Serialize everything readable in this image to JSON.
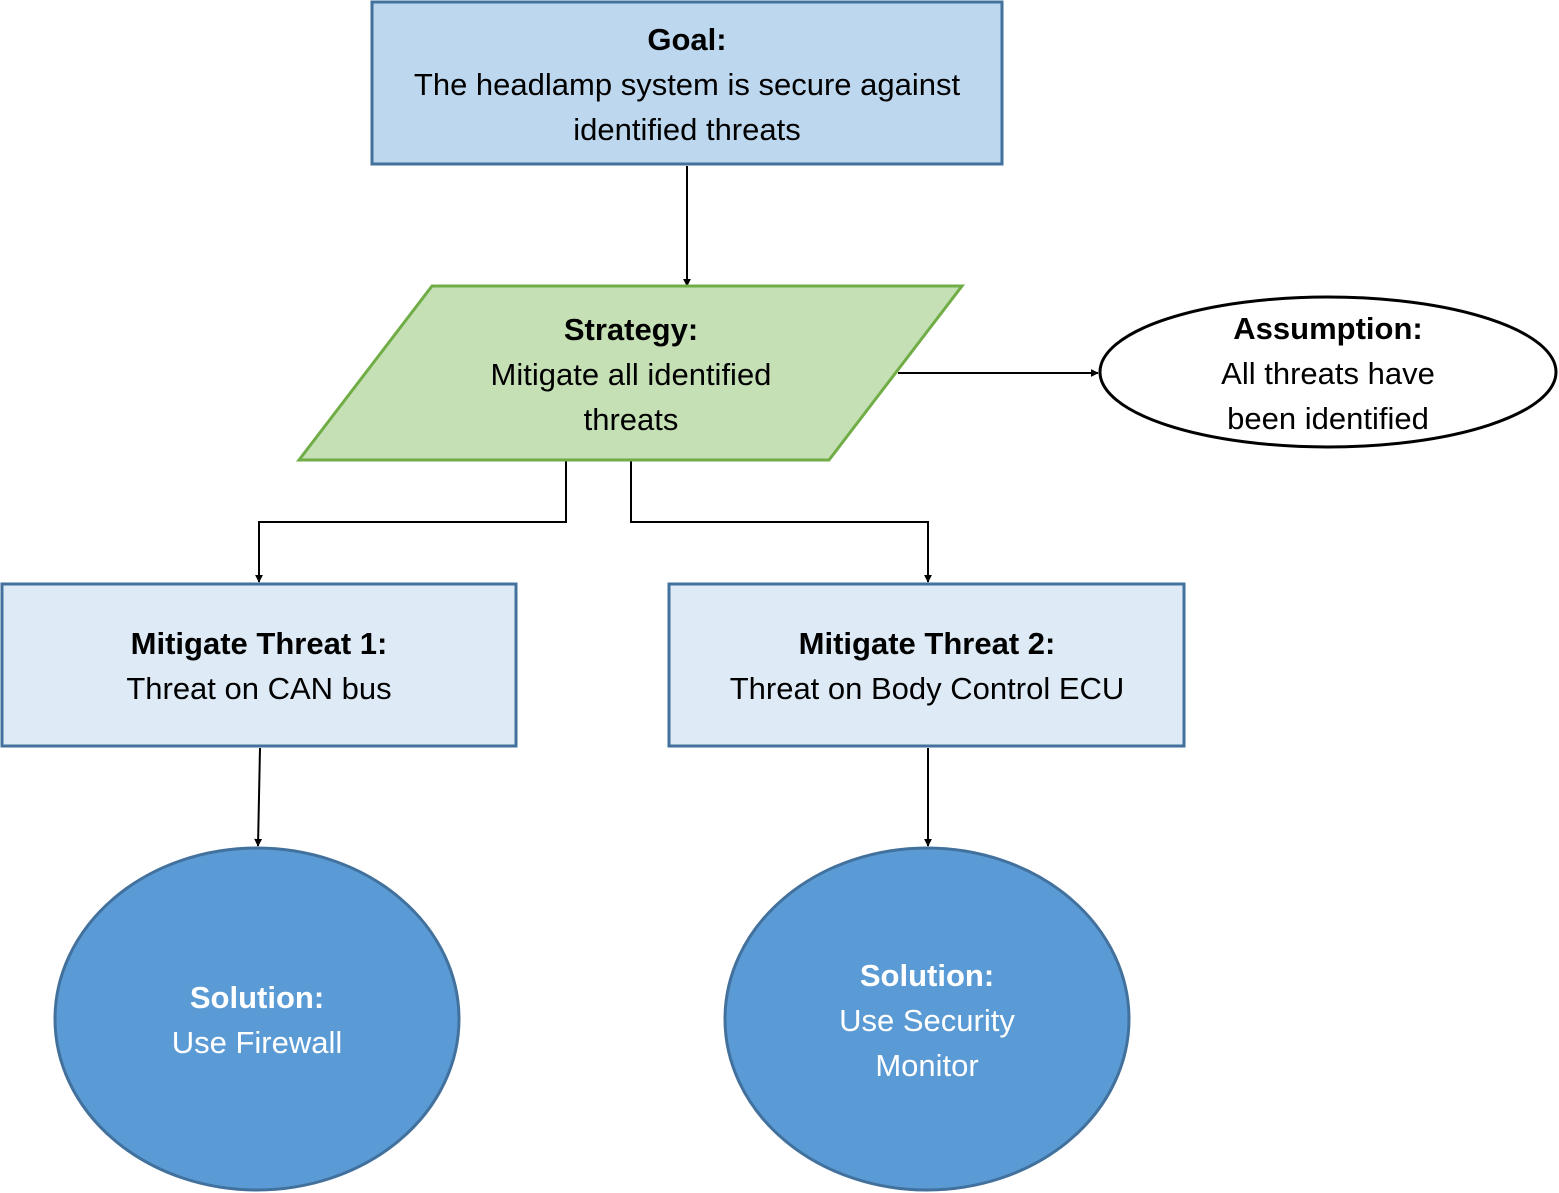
{
  "diagram": {
    "goal": {
      "title": "Goal:",
      "lines": [
        "The headlamp system is secure against",
        "identified threats"
      ]
    },
    "strategy": {
      "title": "Strategy:",
      "lines": [
        "Mitigate all identified",
        "threats"
      ]
    },
    "assumption": {
      "title": "Assumption:",
      "lines": [
        "All threats have",
        "been identified"
      ]
    },
    "threat1": {
      "title": "Mitigate Threat 1:",
      "lines": [
        "Threat on CAN bus"
      ]
    },
    "threat2": {
      "title": "Mitigate Threat 2:",
      "lines": [
        "Threat on Body Control ECU"
      ]
    },
    "solution1": {
      "title": "Solution:",
      "lines": [
        "Use Firewall"
      ]
    },
    "solution2": {
      "title": "Solution:",
      "lines": [
        "Use Security",
        "Monitor"
      ]
    }
  },
  "colors": {
    "goal_fill": "#bdd7ee",
    "goal_stroke": "#41719c",
    "strategy_fill": "#c5e0b4",
    "strategy_stroke": "#70ad47",
    "threat_fill": "#deebf7",
    "threat_stroke": "#41719c",
    "solution_fill": "#5b9bd5",
    "solution_stroke": "#41719c",
    "assumption_fill": "#ffffff",
    "assumption_stroke": "#000000",
    "connector": "#000000"
  }
}
